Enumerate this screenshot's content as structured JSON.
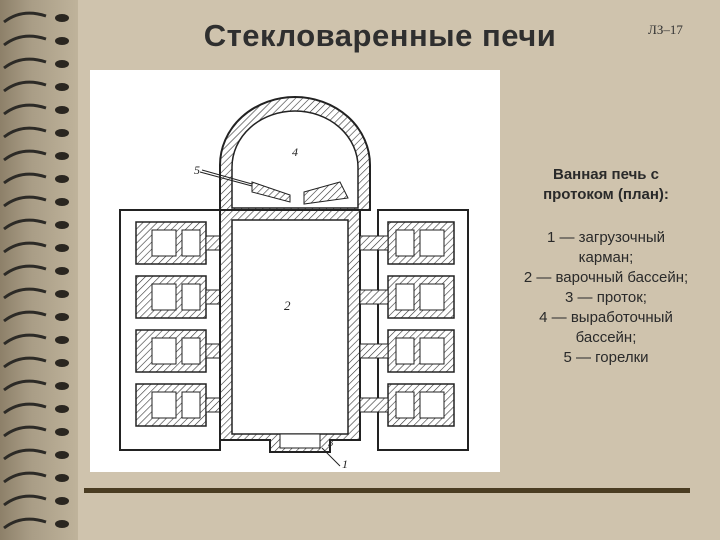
{
  "slide": {
    "title": "Стекловаренные печи",
    "code": "ЛЗ–17"
  },
  "figure": {
    "labels": [
      "1",
      "2",
      "3",
      "4",
      "5"
    ]
  },
  "caption": {
    "line1": "Ванная печь с",
    "line2": "протоком (план):"
  },
  "legend": [
    "1 — загрузочный",
    "карман;",
    "2 — варочный  бассейн;",
    "3 — проток;",
    "4 — выработочный",
    "бассейн;",
    "5 — горелки"
  ],
  "colors": {
    "background": "#cfc3ad",
    "rule": "#4a3c22",
    "title": "#2f2f2f"
  }
}
